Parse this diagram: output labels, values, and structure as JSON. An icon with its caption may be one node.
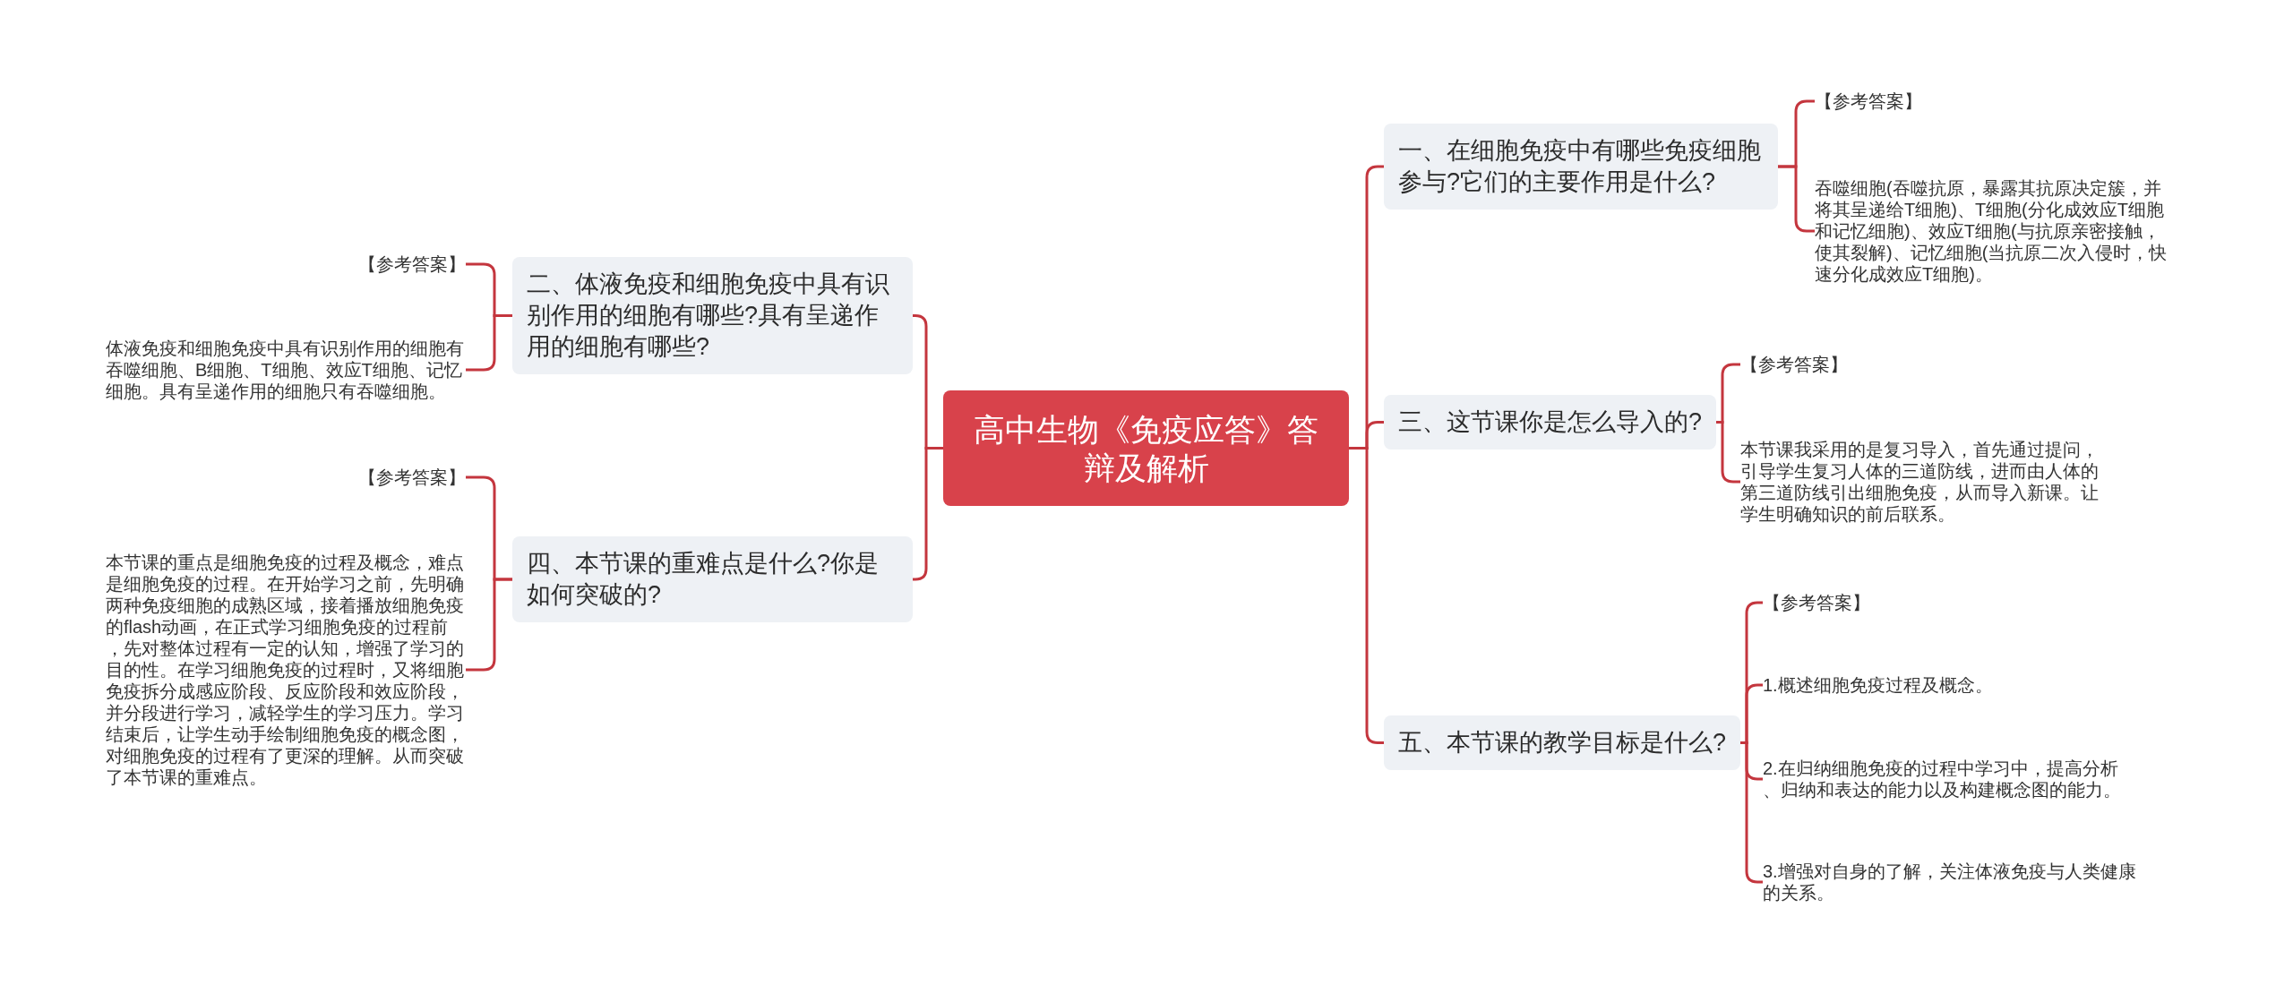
{
  "diagram": {
    "nodes": [
      {
        "text": [
          "高中生物《免疫应答》答辩及解析"
        ]
      },
      {
        "text": [
          "一、在细胞免疫中有哪些免疫细胞参与?它们的主要作用是什么?"
        ]
      },
      {
        "text": [
          "【参考答案】"
        ]
      },
      {
        "text": [
          "吞噬细胞(吞噬抗原，暴露其抗原决定簇，并将其呈递给T细胞)、T细胞(分化成效应T细胞和记忆细胞)、效应T细胞(与抗原亲密接触，使其裂解)、记忆细胞(当抗原二次入侵时，快速分化成效应T细胞)。"
        ]
      },
      {
        "text": [
          "二、体液免疫和细胞免疫中具有识别作用的细胞有哪些?具有呈递作用的细胞有哪些?"
        ]
      },
      {
        "text": [
          "【参考答案】"
        ]
      },
      {
        "text": [
          "体液免疫和细胞免疫中具有识别作用的细胞有吞噬细胞、B细胞、T细胞、效应T细胞、记忆细胞。具有呈递作用的细胞只有吞噬细胞。"
        ]
      },
      {
        "text": [
          "三、这节课你是怎么导入的?"
        ]
      },
      {
        "text": [
          "【参考答案】"
        ]
      },
      {
        "text": [
          "本节课我采用的是复习导入，首先通过提问，引导学生复习人体的三道防线，进而由人体的第三道防线引出细胞免疫，从而导入新课。让学生明确知识的前后联系。"
        ]
      },
      {
        "text": [
          "四、本节课的重难点是什么?你是如何突破的?"
        ]
      },
      {
        "text": [
          "【参考答案】"
        ]
      },
      {
        "text": [
          "本节课的重点是细胞免疫的过程及概念，难点是细胞免疫的过程。在开始学习之前，先明确两种免疫细胞的成熟区域，接着播放细胞免疫的flash动画，在正式学习细胞免疫的过程前，先对整体过程有一定的认知，增强了学习的目的性。在学习细胞免疫的过程时，又将细胞免疫拆分成感应阶段、反应阶段和效应阶段，并分段进行学习，减轻学生的学习压力。学习结束后，让学生动手绘制细胞免疫的概念图，对细胞免疫的过程有了更深的理解。从而突破了本节课的重难点。"
        ]
      },
      {
        "text": [
          "五、本节课的教学目标是什么?"
        ]
      },
      {
        "text": [
          "【参考答案】"
        ]
      },
      {
        "text": [
          "1.概述细胞免疫过程及概念。"
        ]
      },
      {
        "text": [
          "2.在归纳细胞免疫的过程中学习中，提高分析、归纳和表达的能力以及构建概念图的能力。"
        ]
      },
      {
        "text": [
          "3.增强对自身的了解，关注体液免疫与人类健康的关系。"
        ]
      }
    ],
    "edges": [
      {
        "from": 0,
        "to": 1,
        "arrow": "none"
      },
      {
        "from": 1,
        "to": 2,
        "arrow": "none"
      },
      {
        "from": 1,
        "to": 3,
        "arrow": "none"
      },
      {
        "from": 0,
        "to": 4,
        "arrow": "none"
      },
      {
        "from": 4,
        "to": 5,
        "arrow": "none"
      },
      {
        "from": 4,
        "to": 6,
        "arrow": "none"
      },
      {
        "from": 0,
        "to": 7,
        "arrow": "none"
      },
      {
        "from": 7,
        "to": 8,
        "arrow": "none"
      },
      {
        "from": 7,
        "to": 9,
        "arrow": "none"
      },
      {
        "from": 0,
        "to": 10,
        "arrow": "none"
      },
      {
        "from": 10,
        "to": 11,
        "arrow": "none"
      },
      {
        "from": 10,
        "to": 12,
        "arrow": "none"
      },
      {
        "from": 0,
        "to": 13,
        "arrow": "none"
      },
      {
        "from": 13,
        "to": 14,
        "arrow": "none"
      },
      {
        "from": 13,
        "to": 15,
        "arrow": "none"
      },
      {
        "from": 13,
        "to": 16,
        "arrow": "none"
      },
      {
        "from": 13,
        "to": 17,
        "arrow": "none"
      }
    ]
  }
}
